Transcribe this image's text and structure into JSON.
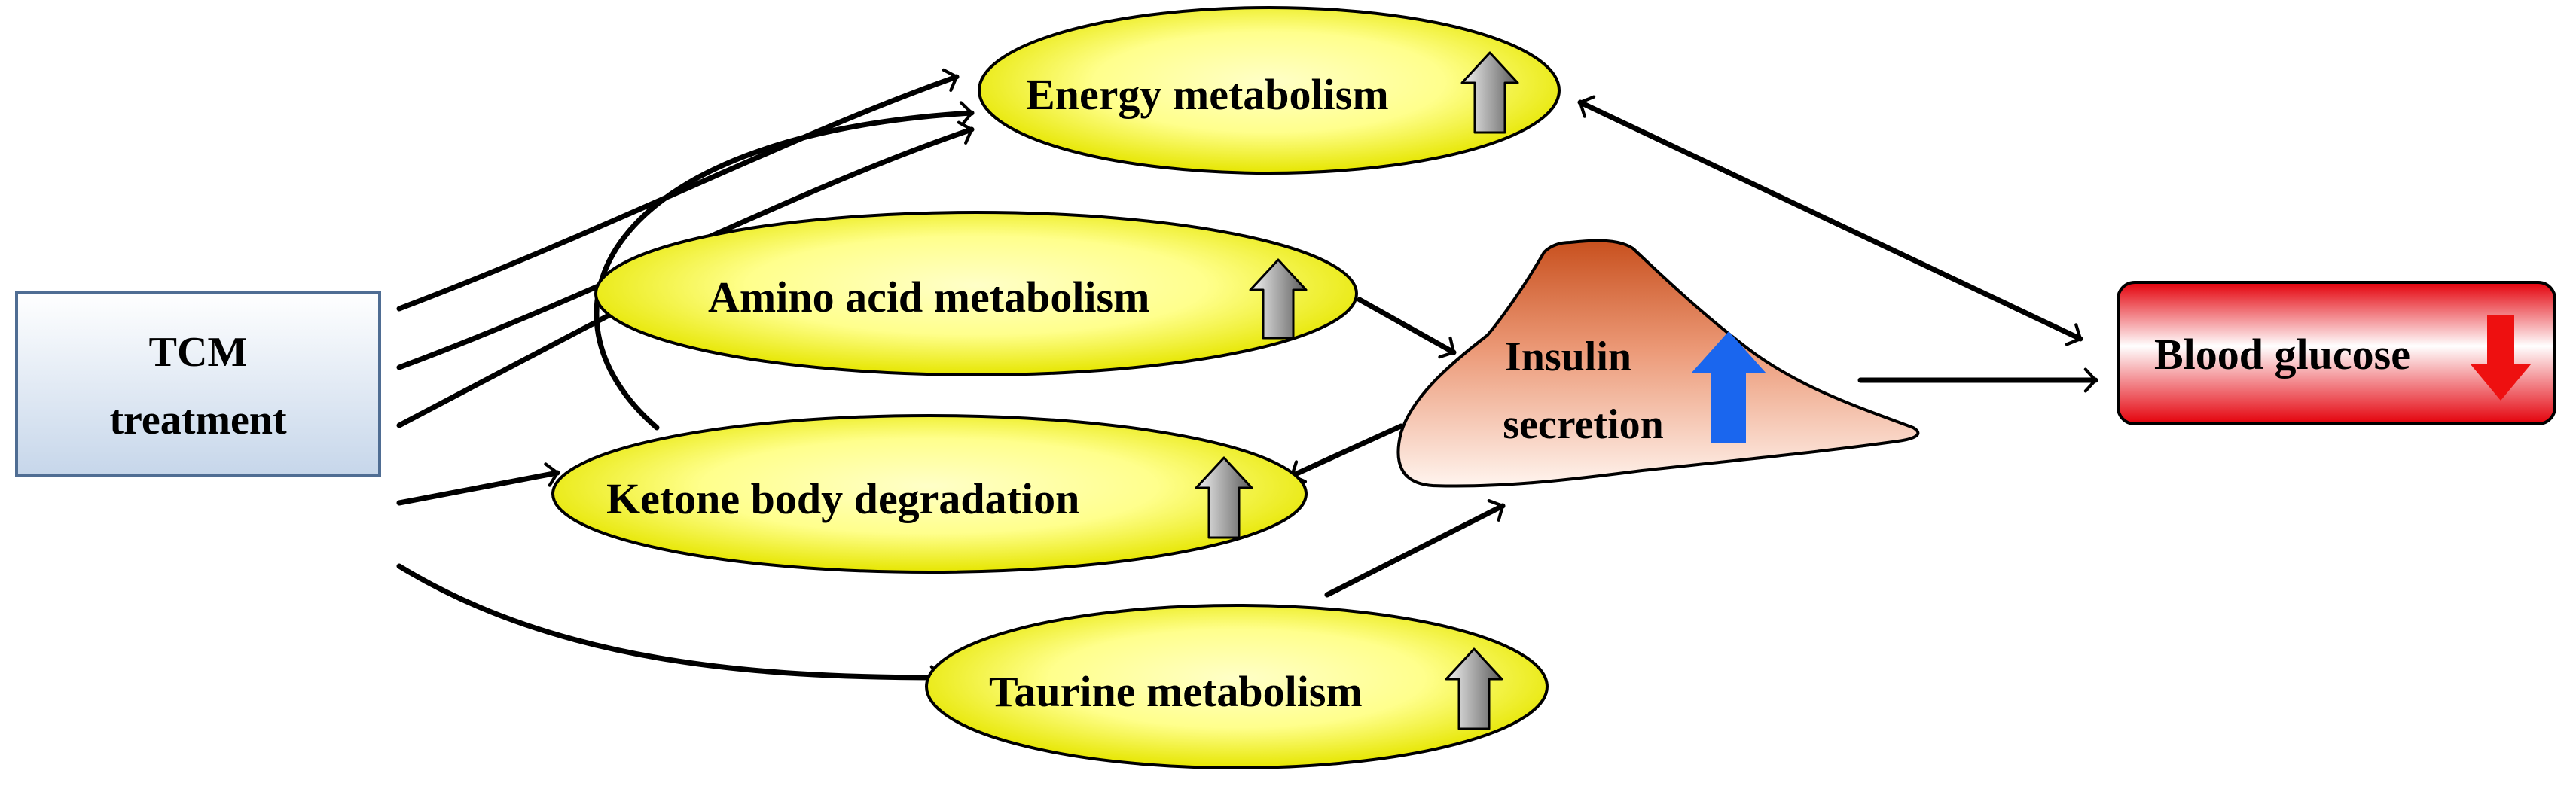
{
  "nodes": {
    "tcm": {
      "line1": "TCM",
      "line2": "treatment"
    },
    "energy": {
      "label": "Energy metabolism",
      "trend": "up"
    },
    "amino": {
      "label": "Amino acid metabolism",
      "trend": "up"
    },
    "ketone": {
      "label": "Ketone body degradation",
      "trend": "up"
    },
    "taurine": {
      "label": "Taurine metabolism",
      "trend": "up"
    },
    "insulin": {
      "line1": "Insulin",
      "line2": "secretion",
      "trend": "up"
    },
    "glucose": {
      "label": "Blood glucose",
      "trend": "down"
    }
  },
  "colors": {
    "tcm_box_top": "#ffffff",
    "tcm_box_bottom": "#c6d6ea",
    "tcm_border": "#4f6d93",
    "ellipse_center": "#ffffa0",
    "ellipse_edge": "#e8e800",
    "insulin_top": "#d2602c",
    "insulin_bottom": "#fff0ea",
    "glucose_top": "#e8000a",
    "glucose_mid": "#ffffff",
    "up_arrow_gray": "#8c8c8c",
    "up_arrow_blue": "#1a66ee",
    "down_arrow_red": "#ee1010"
  }
}
